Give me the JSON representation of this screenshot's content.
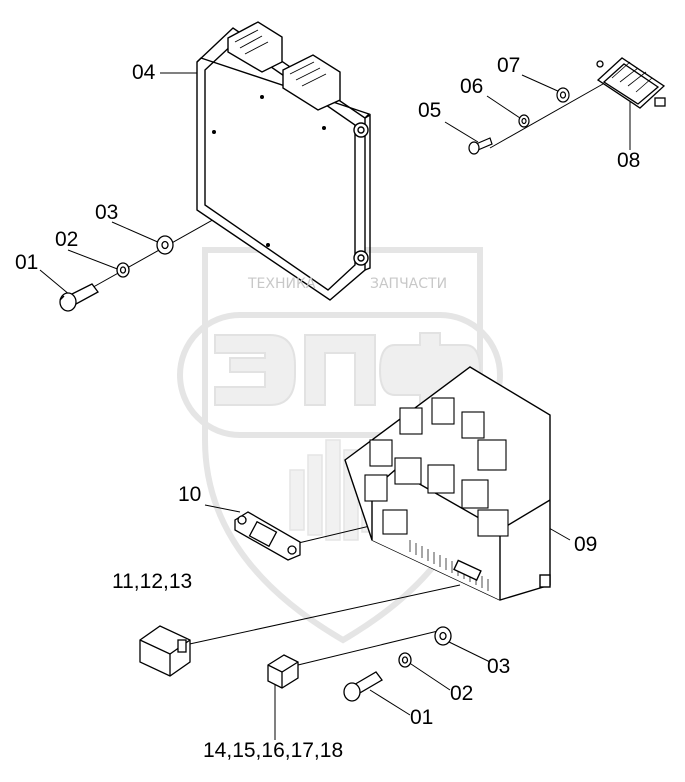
{
  "watermark": {
    "text_left": "ТЕХНИКА",
    "text_right": "ЗАПЧАСТИ",
    "letters": "ЭПФ",
    "color": "#d9d9d9"
  },
  "callouts": {
    "c04": "04",
    "c05": "05",
    "c06": "06",
    "c07": "07",
    "c08": "08",
    "c03_top": "03",
    "c02_top": "02",
    "c01_top": "01",
    "c10": "10",
    "c09": "09",
    "c11": "11,12,13",
    "c03_bot": "03",
    "c02_bot": "02",
    "c01_bot": "01",
    "c14": "14,15,16,17,18"
  },
  "parts": {
    "p01": "bolt-icon",
    "p02": "lock-washer-icon",
    "p03": "flat-washer-icon",
    "p04": "control-unit-icon",
    "p05": "screw-icon",
    "p06": "lock-washer-icon",
    "p07": "flat-washer-icon",
    "p08": "resistor-icon",
    "p09": "fuse-relay-box-icon",
    "p10": "bracket-icon",
    "p11": "relay-icon",
    "p14": "fuse-icon"
  }
}
